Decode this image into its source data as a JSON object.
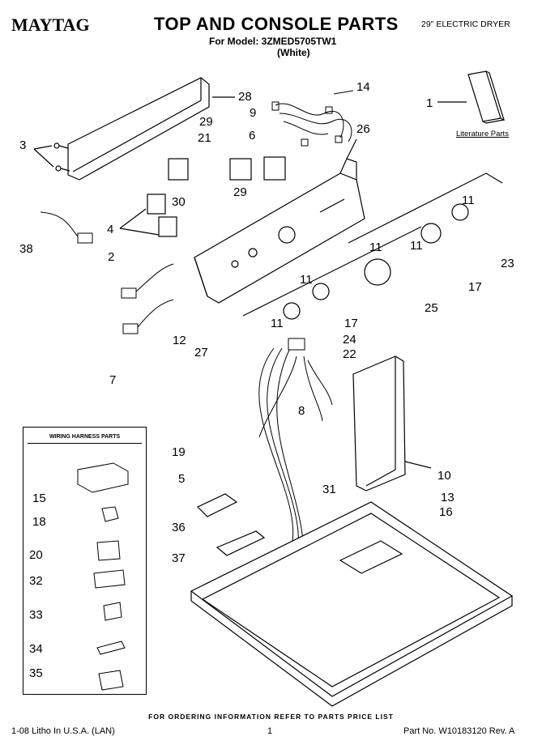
{
  "header": {
    "brand": "MAYTAG",
    "title": "TOP AND CONSOLE PARTS",
    "model_line": "For Model: 3ZMED5705TW1",
    "color": "(White)",
    "product_type": "29\" ELECTRIC DRYER"
  },
  "literature_label": "Literature Parts",
  "harness_box_title": "WIRING HARNESS PARTS",
  "callouts": {
    "c1": "1",
    "c2": "2",
    "c3": "3",
    "c4": "4",
    "c5": "5",
    "c6": "6",
    "c7": "7",
    "c8": "8",
    "c9": "9",
    "c10": "10",
    "c11a": "11",
    "c11b": "11",
    "c11c": "11",
    "c11d": "11",
    "c11e": "11",
    "c12": "12",
    "c13": "13",
    "c14": "14",
    "c15": "15",
    "c16": "16",
    "c17a": "17",
    "c17b": "17",
    "c18": "18",
    "c19": "19",
    "c20": "20",
    "c21": "21",
    "c22": "22",
    "c23": "23",
    "c24": "24",
    "c25": "25",
    "c26": "26",
    "c27": "27",
    "c28": "28",
    "c29a": "29",
    "c29b": "29",
    "c30": "30",
    "c31": "31",
    "c32": "32",
    "c33": "33",
    "c34": "34",
    "c35": "35",
    "c36": "36",
    "c37": "37",
    "c38": "38"
  },
  "footer": {
    "order_info": "FOR ORDERING INFORMATION REFER TO PARTS PRICE LIST",
    "left": "1-08 Litho In U.S.A. (LAN)",
    "center": "1",
    "right": "Part No. W10183120 Rev. A"
  }
}
